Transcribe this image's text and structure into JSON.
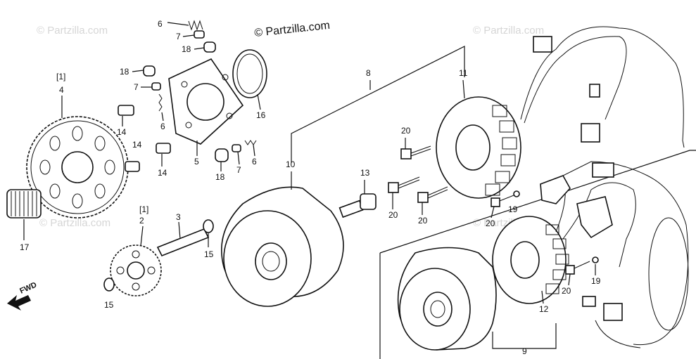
{
  "copyright": "© Partzilla.com",
  "watermark": "© Partzilla.com",
  "fwd_label": "FWD",
  "labels": {
    "p1": "1",
    "p2": "2",
    "p3": "3",
    "p4": "4",
    "p5": "5",
    "p6": "6",
    "p7": "7",
    "p8": "8",
    "p9": "9",
    "p10": "10",
    "p11": "11",
    "p12": "12",
    "p13": "13",
    "p14": "14",
    "p15": "15",
    "p16": "16",
    "p17": "17",
    "p18": "18",
    "p19": "19",
    "p20": "20"
  },
  "bracket_refs": {
    "ref_4": "[1]",
    "ref_2": "[1]"
  }
}
